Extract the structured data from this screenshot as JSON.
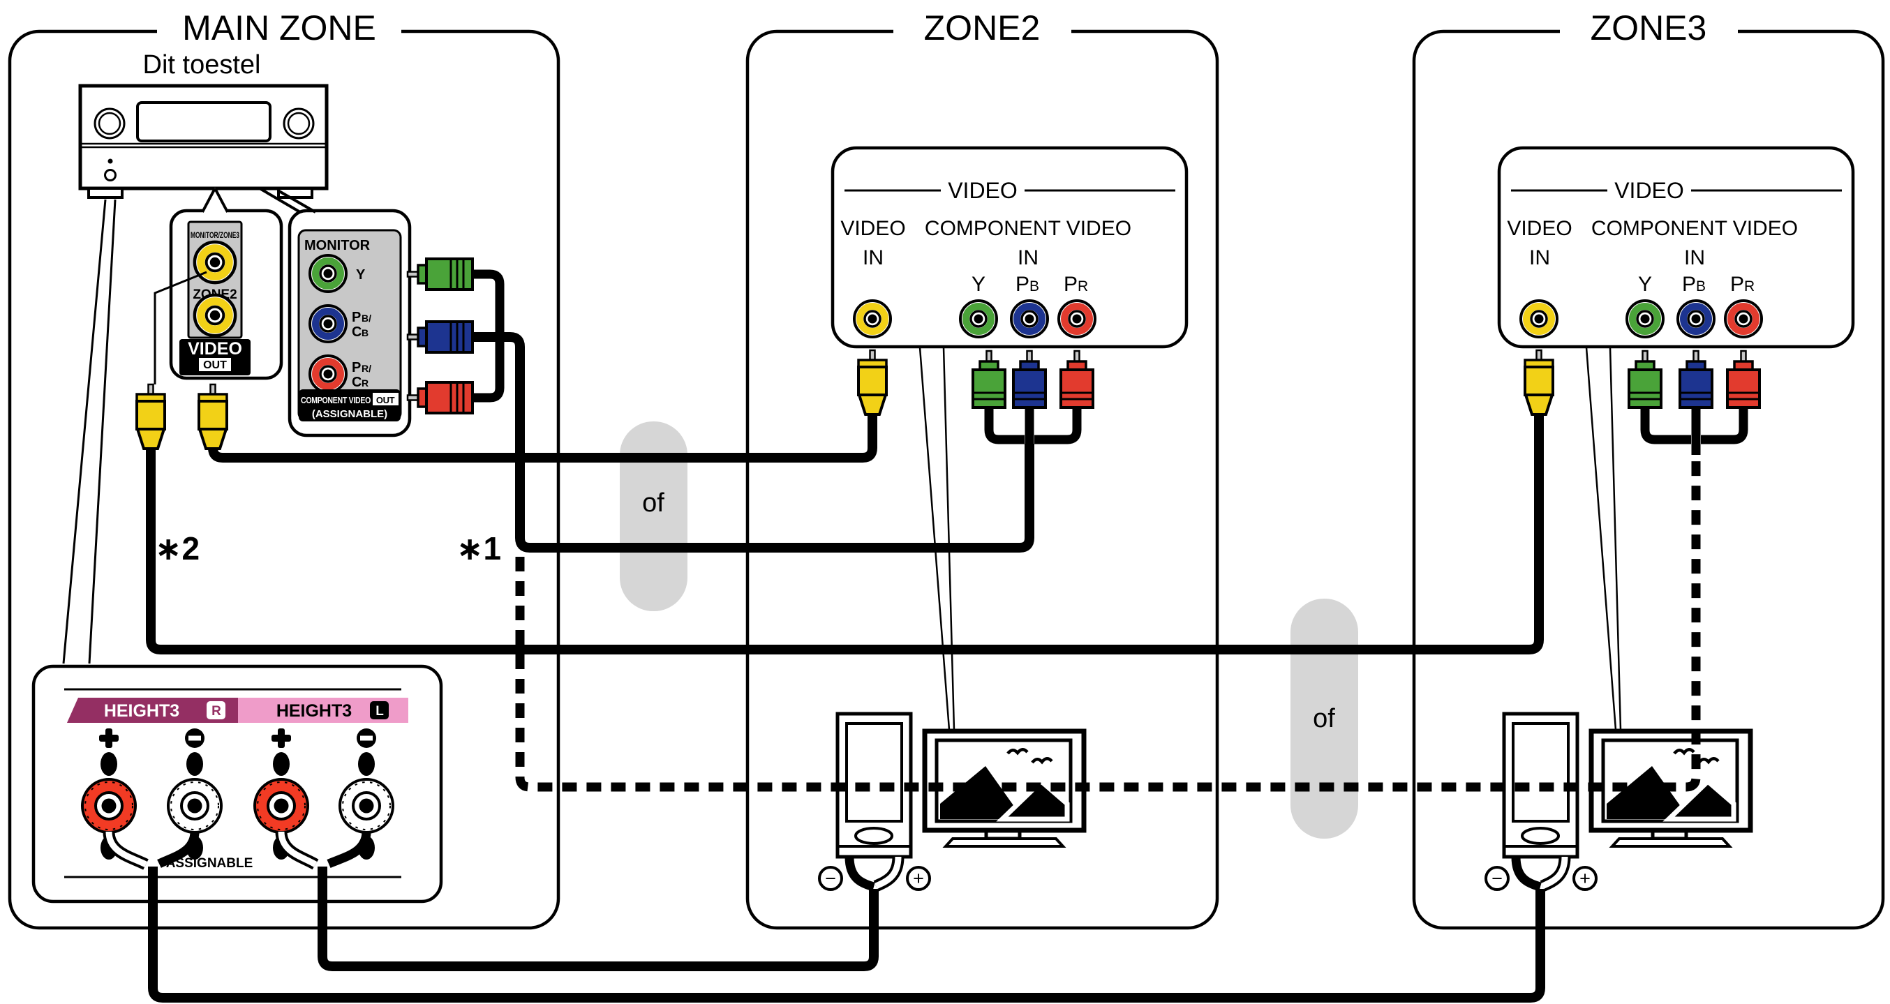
{
  "zones": {
    "main": {
      "title": "MAIN ZONE"
    },
    "zone2": {
      "title": "ZONE2"
    },
    "zone3": {
      "title": "ZONE3"
    }
  },
  "main_zone": {
    "device_label": "Dit toestel",
    "video_out_panel": {
      "jack1_label": "MONITOR/ZONE3",
      "jack2_label": "ZONE2",
      "caption": "VIDEO",
      "caption_badge": "OUT"
    },
    "component_panel": {
      "header": "MONITOR",
      "jack_y": "Y",
      "pb_base": "P",
      "pb_sub": "B/",
      "cb_base": "C",
      "cb_sub": "B",
      "pr_base": "P",
      "pr_sub": "R/",
      "cr_base": "C",
      "cr_sub": "R",
      "caption": "COMPONENT VIDEO",
      "caption_badge": "OUT",
      "caption_note": "(ASSIGNABLE)"
    },
    "speaker_terminals": {
      "bar_right_label": "HEIGHT3",
      "bar_right_badge": "R",
      "bar_left_label": "HEIGHT3",
      "bar_left_badge": "L",
      "note": "ASSIGNABLE"
    }
  },
  "zone2": {
    "panel": {
      "header": "VIDEO",
      "video_label": "VIDEO",
      "video_sub": "IN",
      "component_label": "COMPONENT VIDEO",
      "component_sub": "IN",
      "jack_y": "Y",
      "pb_base": "P",
      "pb_sub": "B",
      "pr_base": "P",
      "pr_sub": "R"
    },
    "speaker": {
      "minus": "−",
      "plus": "+"
    }
  },
  "zone3": {
    "panel": {
      "header": "VIDEO",
      "video_label": "VIDEO",
      "video_sub": "IN",
      "component_label": "COMPONENT VIDEO",
      "component_sub": "IN",
      "jack_y": "Y",
      "pb_base": "P",
      "pb_sub": "B",
      "pr_base": "P",
      "pr_sub": "R"
    },
    "speaker": {
      "minus": "−",
      "plus": "+"
    }
  },
  "annotations": {
    "note1": "∗1",
    "note2": "∗2",
    "or1": "of",
    "or2": "of"
  },
  "colors": {
    "video_yellow": "#f2d117",
    "component_green": "#4aa339",
    "component_blue": "#1d3490",
    "component_red": "#e23b2e",
    "terminal_red": "#f23b24",
    "terminal_white": "#ffffff",
    "bar_maroon": "#942f63",
    "bar_pink": "#ef9cc9",
    "panel_gray": "#c8c8c8",
    "pill_gray": "#d6d6d6"
  }
}
